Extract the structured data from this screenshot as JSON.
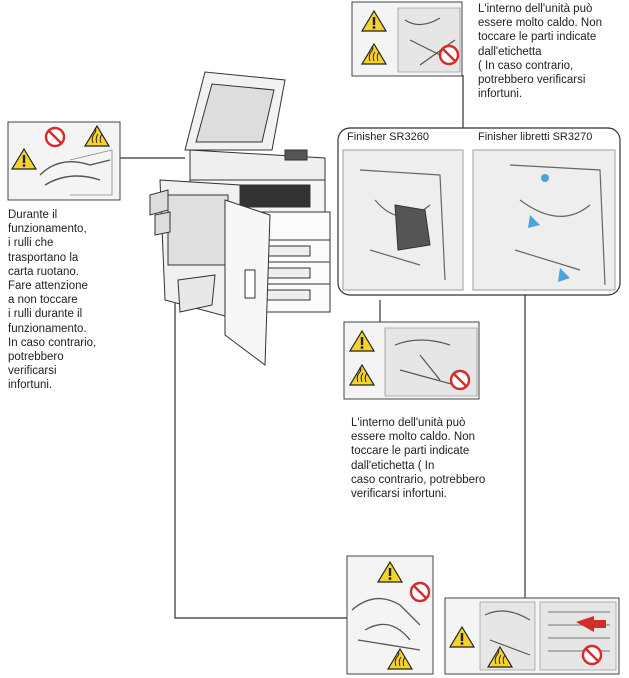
{
  "labels": {
    "finisher_sr3260": "Finisher SR3260",
    "finisher_booklet_sr3270": "Finisher libretti SR3270"
  },
  "notes": {
    "top_right": "L'interno dell'unità può\nessere molto caldo. Non\ntoccare le parti indicate\ndall'etichetta\n(  In caso contrario,\npotrebbero verificarsi\ninfortuni.",
    "left": "Durante il\nfunzionamento,\ni rulli che\ntrasportano la\ncarta ruotano.\nFare attenzione\na non toccare\ni rulli durante il\nfunzionamento.\nIn caso contrario,\npotrebbero\nverificarsi\ninfortuni.",
    "middle": "L'interno dell'unità può\nessere molto caldo. Non\ntoccare le parti indicate\ndall'etichetta (   In\ncaso contrario, potrebbero\nverificarsi infortuni."
  },
  "icons": [
    "warning-triangle-icon",
    "hot-surface-icon",
    "no-touch-icon",
    "hand-icon"
  ],
  "colors": {
    "warning_yellow": "#f5d32a",
    "prohibit_red": "#d42b2b",
    "line": "#333333",
    "panel_border": "#444444"
  }
}
